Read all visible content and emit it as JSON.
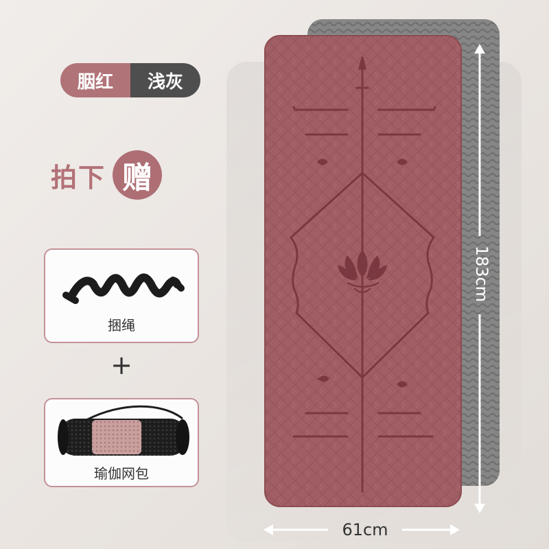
{
  "colors": {
    "accent": "#b07378",
    "dark": "#4e4e4e",
    "mat_main": "#9e5e63",
    "mat_back": "#848484",
    "line": "#7a3840"
  },
  "color_options": [
    {
      "label": "胭红",
      "color": "#b07378"
    },
    {
      "label": "浅灰",
      "color": "#4e4e4e"
    }
  ],
  "gift_banner": {
    "text": "拍下",
    "badge": "赠"
  },
  "gifts": [
    {
      "label": "捆绳",
      "icon": "strap-icon"
    },
    {
      "label": "瑜伽网包",
      "icon": "mesh-bag-icon"
    }
  ],
  "plus_sign": "+",
  "dimensions": {
    "length": "183cm",
    "width": "61cm"
  }
}
